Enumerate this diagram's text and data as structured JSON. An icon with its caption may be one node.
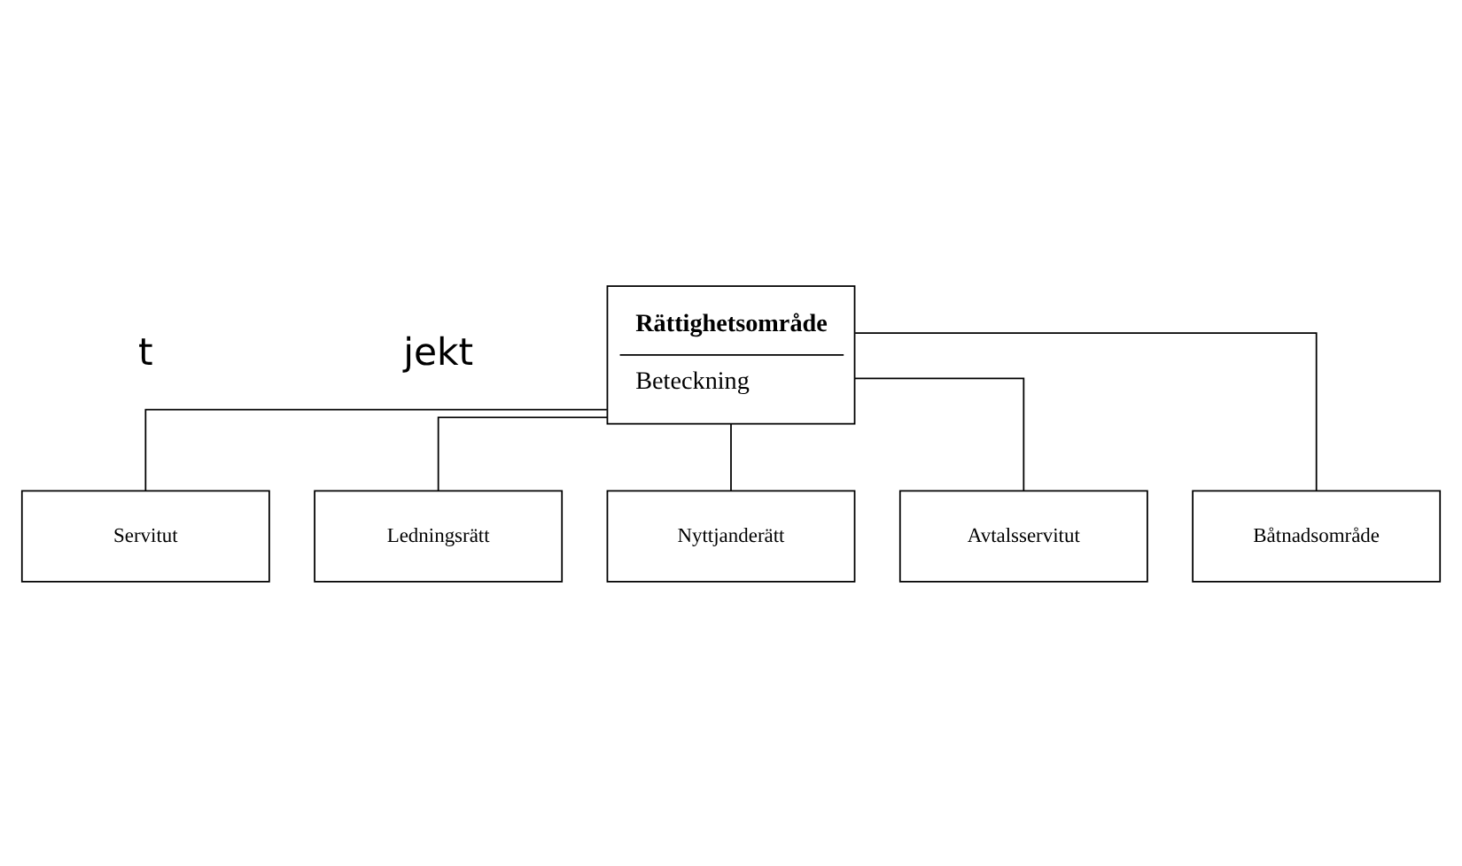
{
  "diagram": {
    "nodes": [
      {
        "text": [
          "Rättighetsområde",
          "Beteckning"
        ]
      },
      {
        "text": [
          "Servitut"
        ]
      },
      {
        "text": [
          "Ledningsrätt"
        ]
      },
      {
        "text": [
          "Nyttjanderätt"
        ]
      },
      {
        "text": [
          "Avtalsservitut"
        ]
      },
      {
        "text": [
          "Båtnadsområde"
        ]
      }
    ],
    "edges": [
      {
        "from": 0,
        "to": 1,
        "arrow": "none"
      },
      {
        "from": 0,
        "to": 2,
        "arrow": "none"
      },
      {
        "from": 0,
        "to": 3,
        "arrow": "none"
      },
      {
        "from": 0,
        "to": 4,
        "arrow": "none"
      },
      {
        "from": 0,
        "to": 5,
        "arrow": "none"
      }
    ],
    "labels": [
      "t",
      "jekt"
    ]
  }
}
